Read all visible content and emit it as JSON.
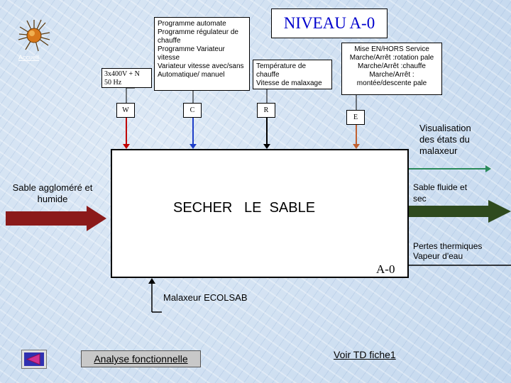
{
  "logo": {
    "label": "Accueil"
  },
  "supply": {
    "text": "3x400V + N\n50 Hz"
  },
  "program_box": {
    "text": "Programme automate\nProgramme régulateur de chauffe\nProgramme Variateur vitesse\nVariateur vitesse avec/sans\nAutomatique/ manuel"
  },
  "title": {
    "text": "NIVEAU A-0"
  },
  "temp_box": {
    "text": "Température de chauffe\nVitesse de malaxage"
  },
  "service_box": {
    "text": "Mise EN/HORS Service\nMarche/Arrêt :rotation  pale\nMarche/Arrêt :chauffe\nMarche/Arrêt :\nmontée/descente pale"
  },
  "controls": {
    "w": "W",
    "c": "C",
    "r": "R",
    "e": "E"
  },
  "visualisation": {
    "text": "Visualisation\ndes états du\nmalaxeur"
  },
  "input_label": {
    "text": "Sable aggloméré et\nhumide"
  },
  "function": {
    "text": "SECHER   LE  SABLE"
  },
  "output_label": {
    "text": "Sable fluide et\nsec"
  },
  "losses": {
    "text": "Pertes thermiques\nVapeur d'eau"
  },
  "box_id": {
    "text": "A-0"
  },
  "mechanism": {
    "text": "Malaxeur ECOLSAB"
  },
  "links": {
    "analysis": "Analyse fonctionnelle",
    "td": "Voir TD fiche1"
  },
  "colors": {
    "red": "#c00000",
    "blue": "#1f3fc8",
    "brown": "#c06030",
    "dark_red": "#8b1a1a",
    "dark_green": "#2e4a1e",
    "teal_green": "#2a8a5a",
    "title_blue": "#0000cc"
  }
}
